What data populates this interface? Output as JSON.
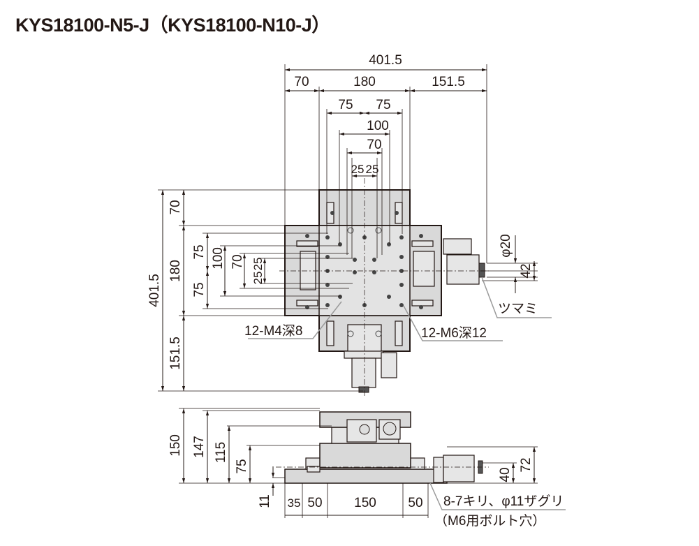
{
  "title": "KYS18100-N5-J（KYS18100-N10-J）",
  "top_view": {
    "dims_horizontal": {
      "total": "401.5",
      "left": "70",
      "middle": "180",
      "right": "151.5",
      "half_left": "75",
      "half_right": "75",
      "inner100": "100",
      "inner70": "70",
      "q_left": "25",
      "q_right": "25"
    },
    "dims_vertical": {
      "total": "401.5",
      "top": "70",
      "middle": "180",
      "bottom": "151.5",
      "half_top": "75",
      "half_bottom": "75",
      "inner100": "100",
      "inner70": "70",
      "q_top": "25",
      "q_bottom": "25"
    },
    "knob_dia": "φ20",
    "knob_offset": "42",
    "knob_label": "ツマミ",
    "tap_m4": "12-M4深8",
    "tap_m6": "12-M6深12"
  },
  "side_view": {
    "heights": {
      "h150": "150",
      "h147": "147",
      "h115": "115",
      "h75": "75",
      "h11": "11",
      "h72": "72",
      "h40": "40"
    },
    "base_dims": {
      "d35": "35",
      "d50a": "50",
      "d150": "150",
      "d50b": "50"
    },
    "hole_note_1": "8-7キリ、φ11ザグリ",
    "hole_note_2": "（M6用ボルト穴）"
  }
}
